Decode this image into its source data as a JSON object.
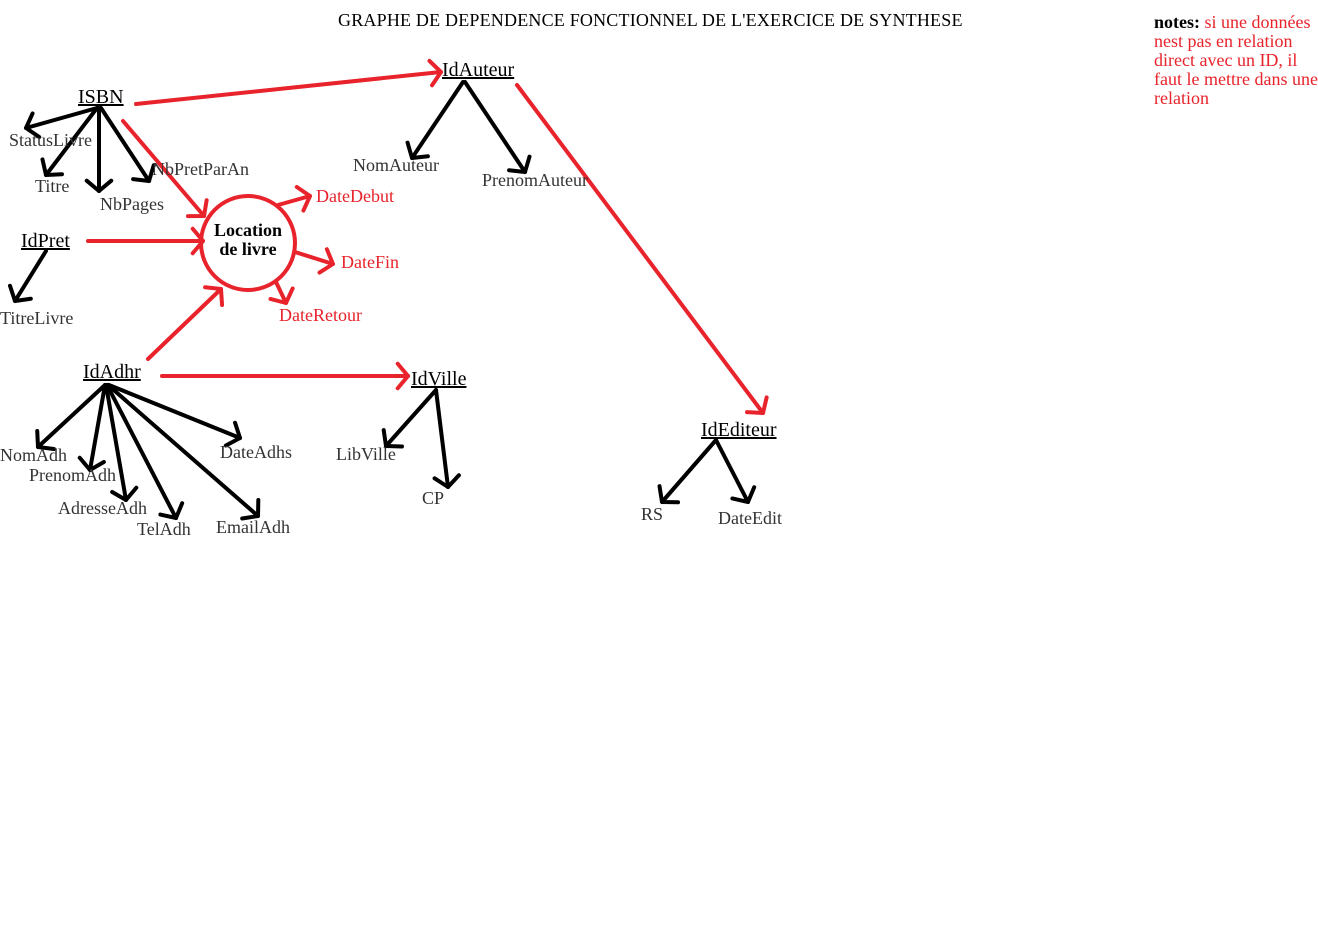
{
  "title": "GRAPHE DE DEPENDENCE FONCTIONNEL DE L'EXERCICE DE SYNTHESE",
  "notes": {
    "label": "notes:",
    "text": "si une données nest pas en relation direct avec un ID, il faut le mettre dans une relation"
  },
  "nodes": {
    "isbn": "ISBN",
    "status_livre": "StatusLivre",
    "titre": "Titre",
    "nb_pages": "NbPages",
    "nb_pret_par_an": "NbPretParAn",
    "id_pret": "IdPret",
    "titre_livre": "TitreLivre",
    "location_line1": "Location",
    "location_line2": "de livre",
    "date_debut": "DateDebut",
    "date_fin": "DateFin",
    "date_retour": "DateRetour",
    "id_auteur": "IdAuteur",
    "nom_auteur": "NomAuteur",
    "prenom_auteur": "PrenomAuteur",
    "id_adhr": "IdAdhr",
    "nom_adh": "NomAdh",
    "prenom_adh": "PrenomAdh",
    "adresse_adh": "AdresseAdh",
    "tel_adh": "TelAdh",
    "email_adh": "EmailAdh",
    "date_adhs": "DateAdhs",
    "id_ville": "IdVille",
    "lib_ville": "LibVille",
    "cp": "CP",
    "id_editeur": "IdEditeur",
    "rs": "RS",
    "date_edit": "DateEdit"
  },
  "colors": {
    "black_arrow": "#000000",
    "red_arrow": "#e8232b"
  }
}
